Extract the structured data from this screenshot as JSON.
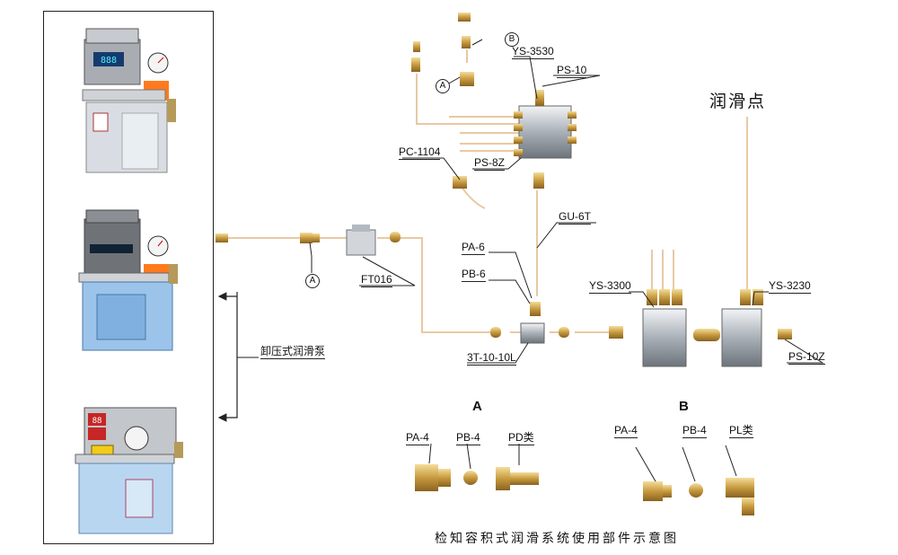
{
  "labels": {
    "ys3530": "YS-3530",
    "ps10": "PS-10",
    "pc1104": "PC-1104",
    "ps8z": "PS-8Z",
    "gu6t": "GU-6T",
    "pa6": "PA-6",
    "pb6": "PB-6",
    "ft016": "FT016",
    "t3": "3T-10-10L",
    "ys3300": "YS-3300",
    "ys3230": "YS-3230",
    "ps10z": "PS-10Z",
    "pump_label": "卸压式润滑泵",
    "lube_point": "润滑点",
    "marker_a": "A",
    "marker_b": "B"
  },
  "section_a": {
    "title": "A",
    "parts": [
      "PA-4",
      "PB-4",
      "PD类"
    ]
  },
  "section_b": {
    "title": "B",
    "parts": [
      "PA-4",
      "PB-4",
      "PL类"
    ]
  },
  "pump_display": {
    "screen1": "888",
    "screen3": "88"
  },
  "caption": "检知容积式润滑系统使用部件示意图"
}
